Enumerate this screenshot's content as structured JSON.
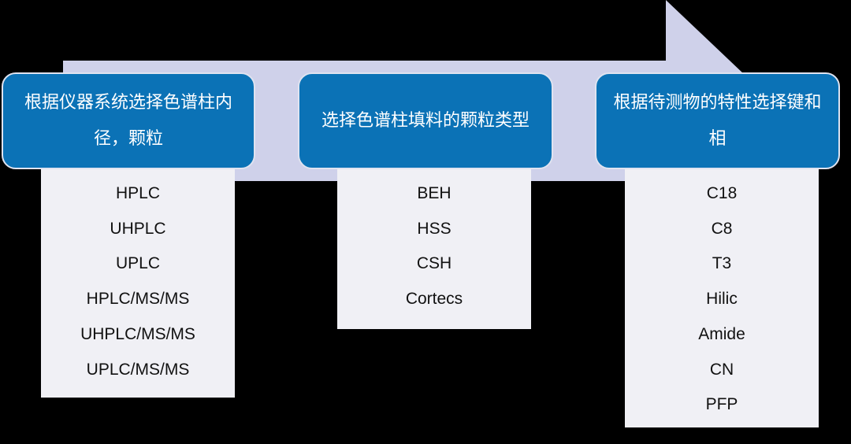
{
  "colors": {
    "arrow": "#cfd1ea",
    "box": "#0b72b6",
    "list": "#f0f0f5"
  },
  "steps": [
    {
      "title": "根据仪器系统选择色谱柱内径，颗粒",
      "items": [
        "HPLC",
        "UHPLC",
        "UPLC",
        "HPLC/MS/MS",
        "UHPLC/MS/MS",
        "UPLC/MS/MS"
      ]
    },
    {
      "title": "选择色谱柱填料的颗粒类型",
      "items": [
        "BEH",
        "HSS",
        "CSH",
        "Cortecs"
      ]
    },
    {
      "title": "根据待测物的特性选择键和相",
      "items": [
        "C18",
        "C8",
        "T3",
        "Hilic",
        "Amide",
        "CN",
        "PFP"
      ]
    }
  ]
}
